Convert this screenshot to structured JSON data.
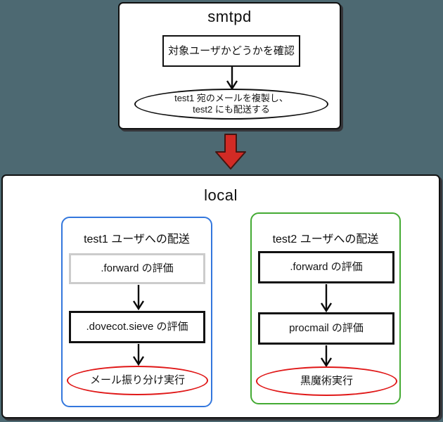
{
  "colors": {
    "page-bg": "#4d6972",
    "box-border": "#111111",
    "blue-accent": "#3377dd",
    "green-accent": "#44aa33",
    "red-accent": "#e01818",
    "red-arrow-fill": "#d22b25",
    "red-arrow-stroke": "#451511",
    "gray-border": "#cccccc"
  },
  "smtpd": {
    "title": "smtpd",
    "check_label": "対象ユーザかどうかを確認",
    "duplicate_line1": "test1 宛のメールを複製し、",
    "duplicate_line2": "test2 にも配送する"
  },
  "local": {
    "title": "local",
    "test1_flow": {
      "title": "test1 ユーザへの配送",
      "step1": ".forward の評価",
      "step2": ".dovecot.sieve の評価",
      "result": "メール振り分け実行"
    },
    "test2_flow": {
      "title": "test2 ユーザへの配送",
      "step1": ".forward の評価",
      "step2": "procmail の評価",
      "result": "黒魔術実行"
    }
  }
}
